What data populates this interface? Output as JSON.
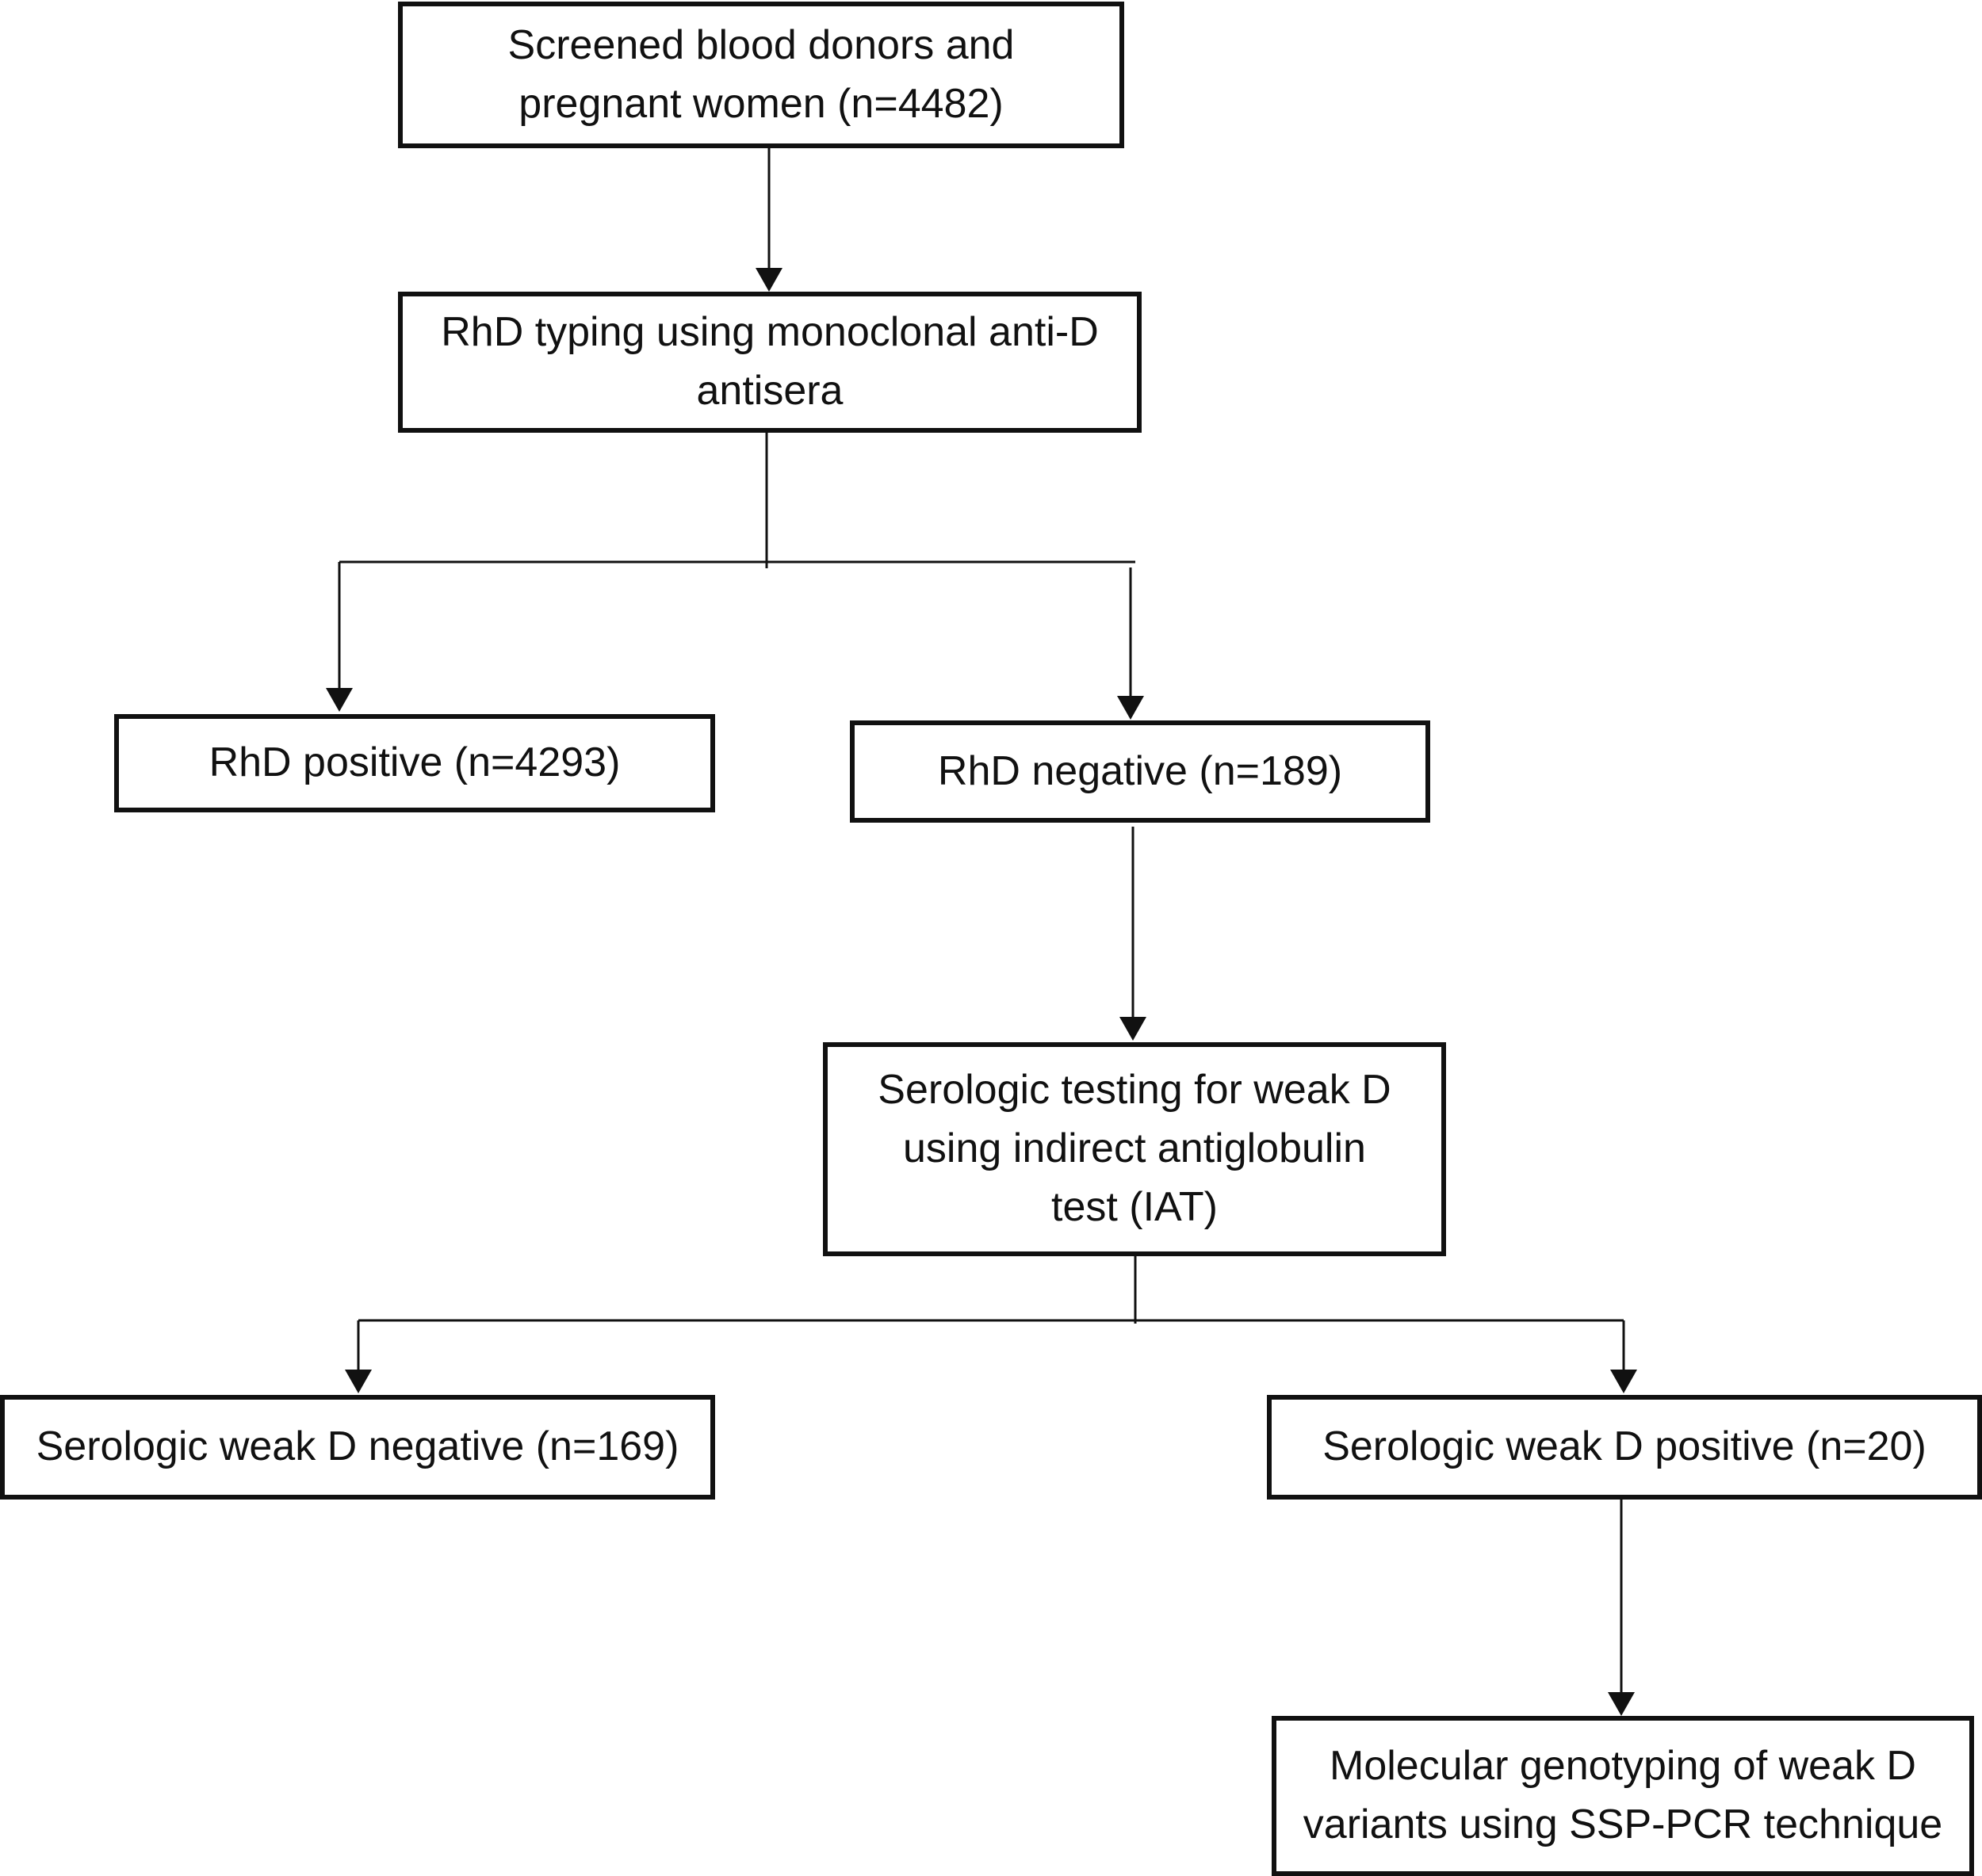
{
  "flowchart": {
    "screened": [
      "Screened blood donors and",
      "pregnant women (n=4482)"
    ],
    "typing": [
      "RhD typing using monoclonal anti-D",
      "antisera"
    ],
    "rhd_positive": "RhD positive (n=4293)",
    "rhd_negative": "RhD negative (n=189)",
    "serologic_testing": [
      "Serologic testing for weak D",
      "using indirect antiglobulin",
      "test (IAT)"
    ],
    "weak_d_negative": "Serologic weak D negative (n=169)",
    "weak_d_positive": "Serologic weak D positive (n=20)",
    "molecular": [
      "Molecular genotyping of weak D",
      "variants using SSP-PCR technique"
    ]
  }
}
